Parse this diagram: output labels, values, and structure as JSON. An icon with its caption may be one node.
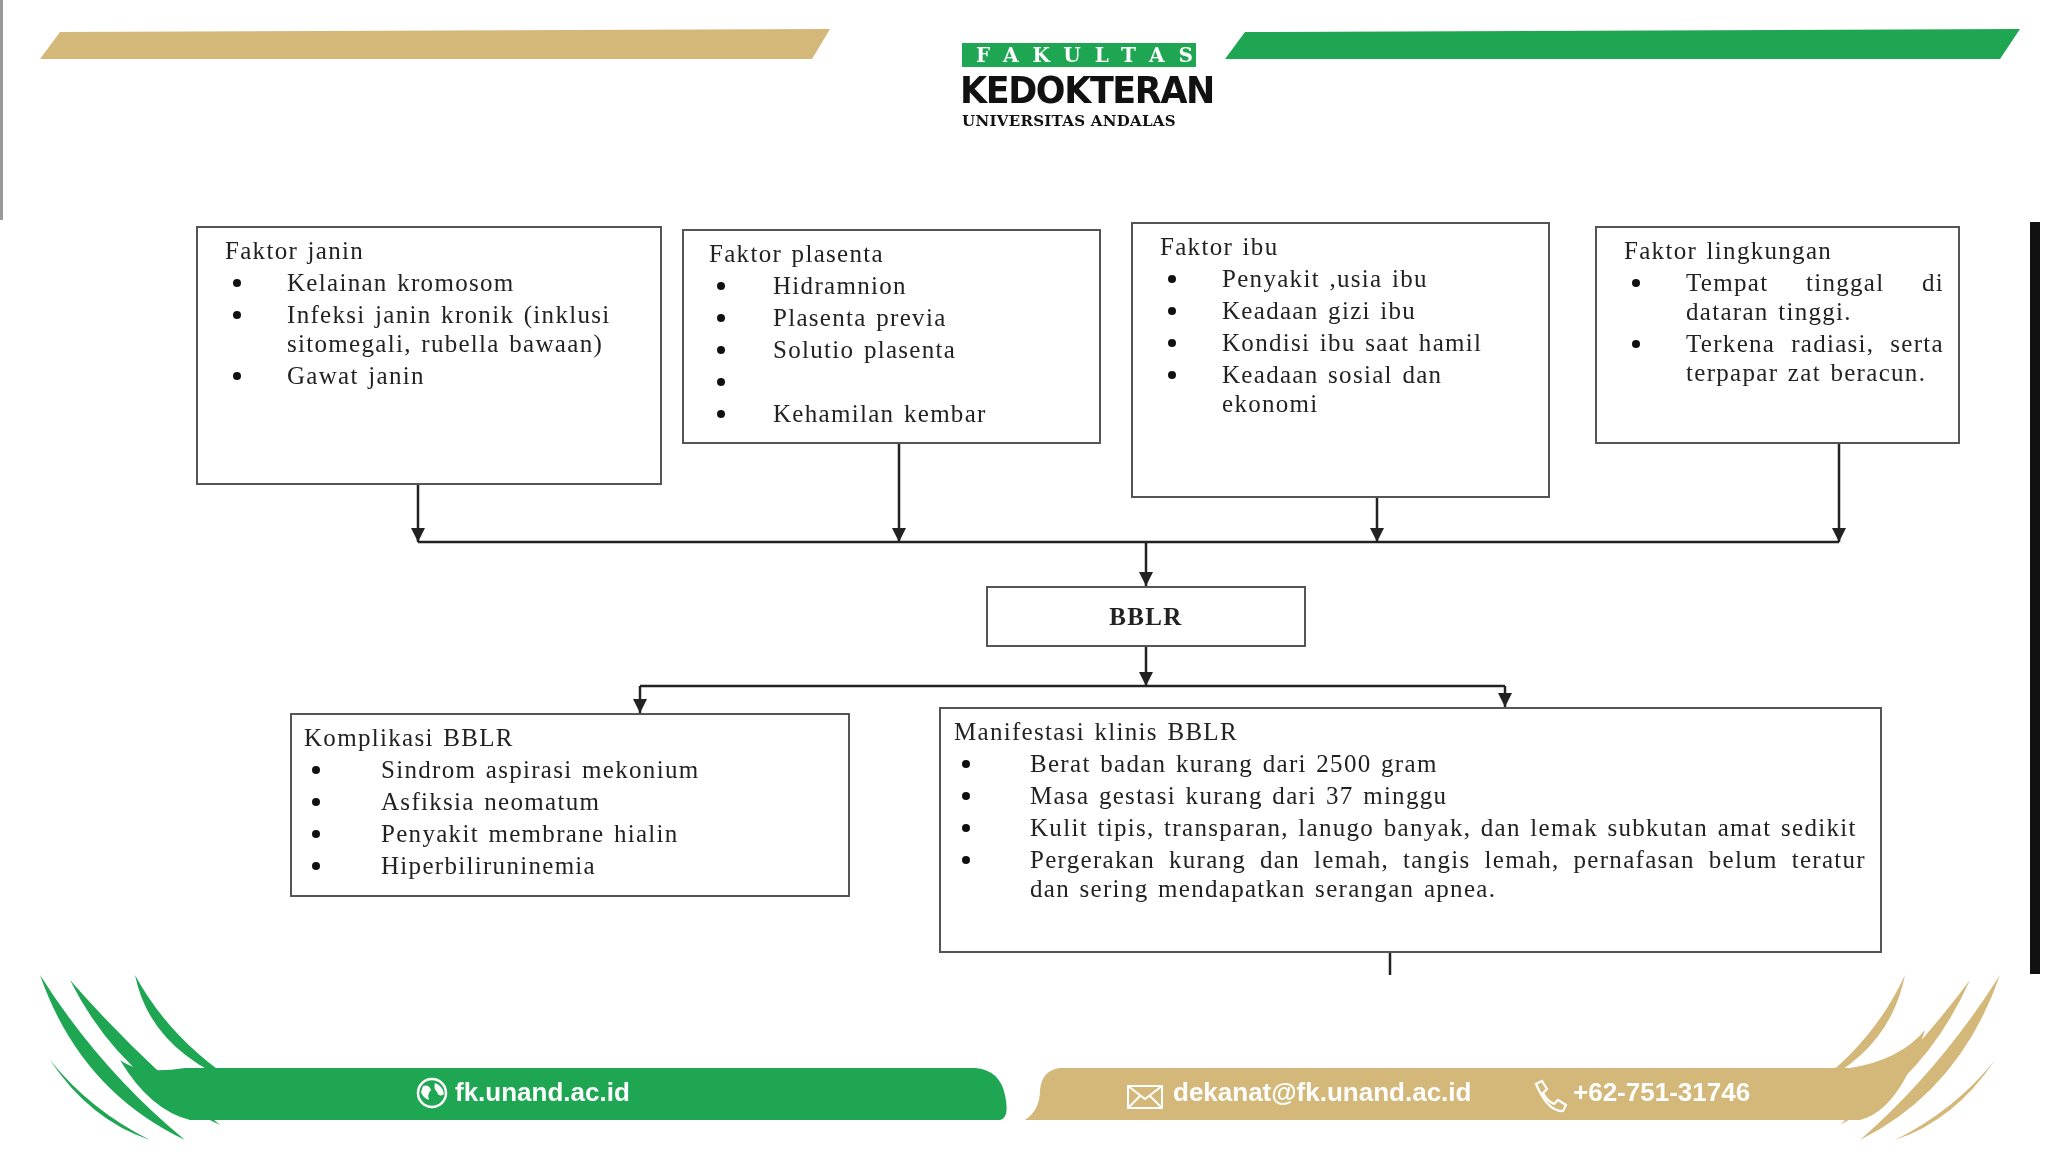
{
  "diagram": {
    "nodes": [
      {
        "text": [
          "Faktor janin",
          "Kelainan kromosom",
          "Infeksi janin kronik (inklusi sitomegali, rubella bawaan)",
          "Gawat janin"
        ]
      },
      {
        "text": [
          "Faktor plasenta",
          "Hidramnion",
          "Plasenta previa",
          "Solutio plasenta",
          "Kehamilan kembar"
        ]
      },
      {
        "text": [
          "Faktor ibu",
          "Penyakit ,usia ibu",
          "Keadaan gizi ibu",
          "Kondisi ibu saat hamil",
          "Keadaan sosial dan ekonomi"
        ]
      },
      {
        "text": [
          "Faktor lingkungan",
          "Tempat tinggal di dataran tinggi.",
          "Terkena radiasi, serta terpapar zat beracun."
        ]
      },
      {
        "text": [
          "BBLR"
        ]
      },
      {
        "text": [
          "Komplikasi BBLR",
          "Sindrom aspirasi mekonium",
          "Asfiksia neomatum",
          "Penyakit membrane hialin",
          "Hiperbiliruninemia"
        ]
      },
      {
        "text": [
          "Manifestasi klinis BBLR",
          "Berat badan kurang dari 2500 gram",
          "Masa gestasi kurang dari 37 minggu",
          "Kulit tipis, transparan, lanugo banyak, dan lemak subkutan amat sedikit",
          "Pergerakan kurang dan lemah, tangis lemah, pernafasan belum teratur dan sering mendapatkan serangan apnea."
        ]
      }
    ],
    "edges": [
      {
        "from": 0,
        "to": 4,
        "arrow": "to"
      },
      {
        "from": 1,
        "to": 4,
        "arrow": "to"
      },
      {
        "from": 2,
        "to": 4,
        "arrow": "to"
      },
      {
        "from": 3,
        "to": 4,
        "arrow": "to"
      },
      {
        "from": 4,
        "to": 5,
        "arrow": "to"
      },
      {
        "from": 4,
        "to": 6,
        "arrow": "to"
      },
      {
        "from": 6,
        "to": null,
        "arrow": "none"
      }
    ],
    "labels": [
      "FAKULTAS",
      "KEDOKTERAN",
      "UNIVERSITAS ANDALAS",
      "fk.unand.ac.id",
      "dekanat@fk.unand.ac.id",
      "+62-751-31746"
    ]
  }
}
